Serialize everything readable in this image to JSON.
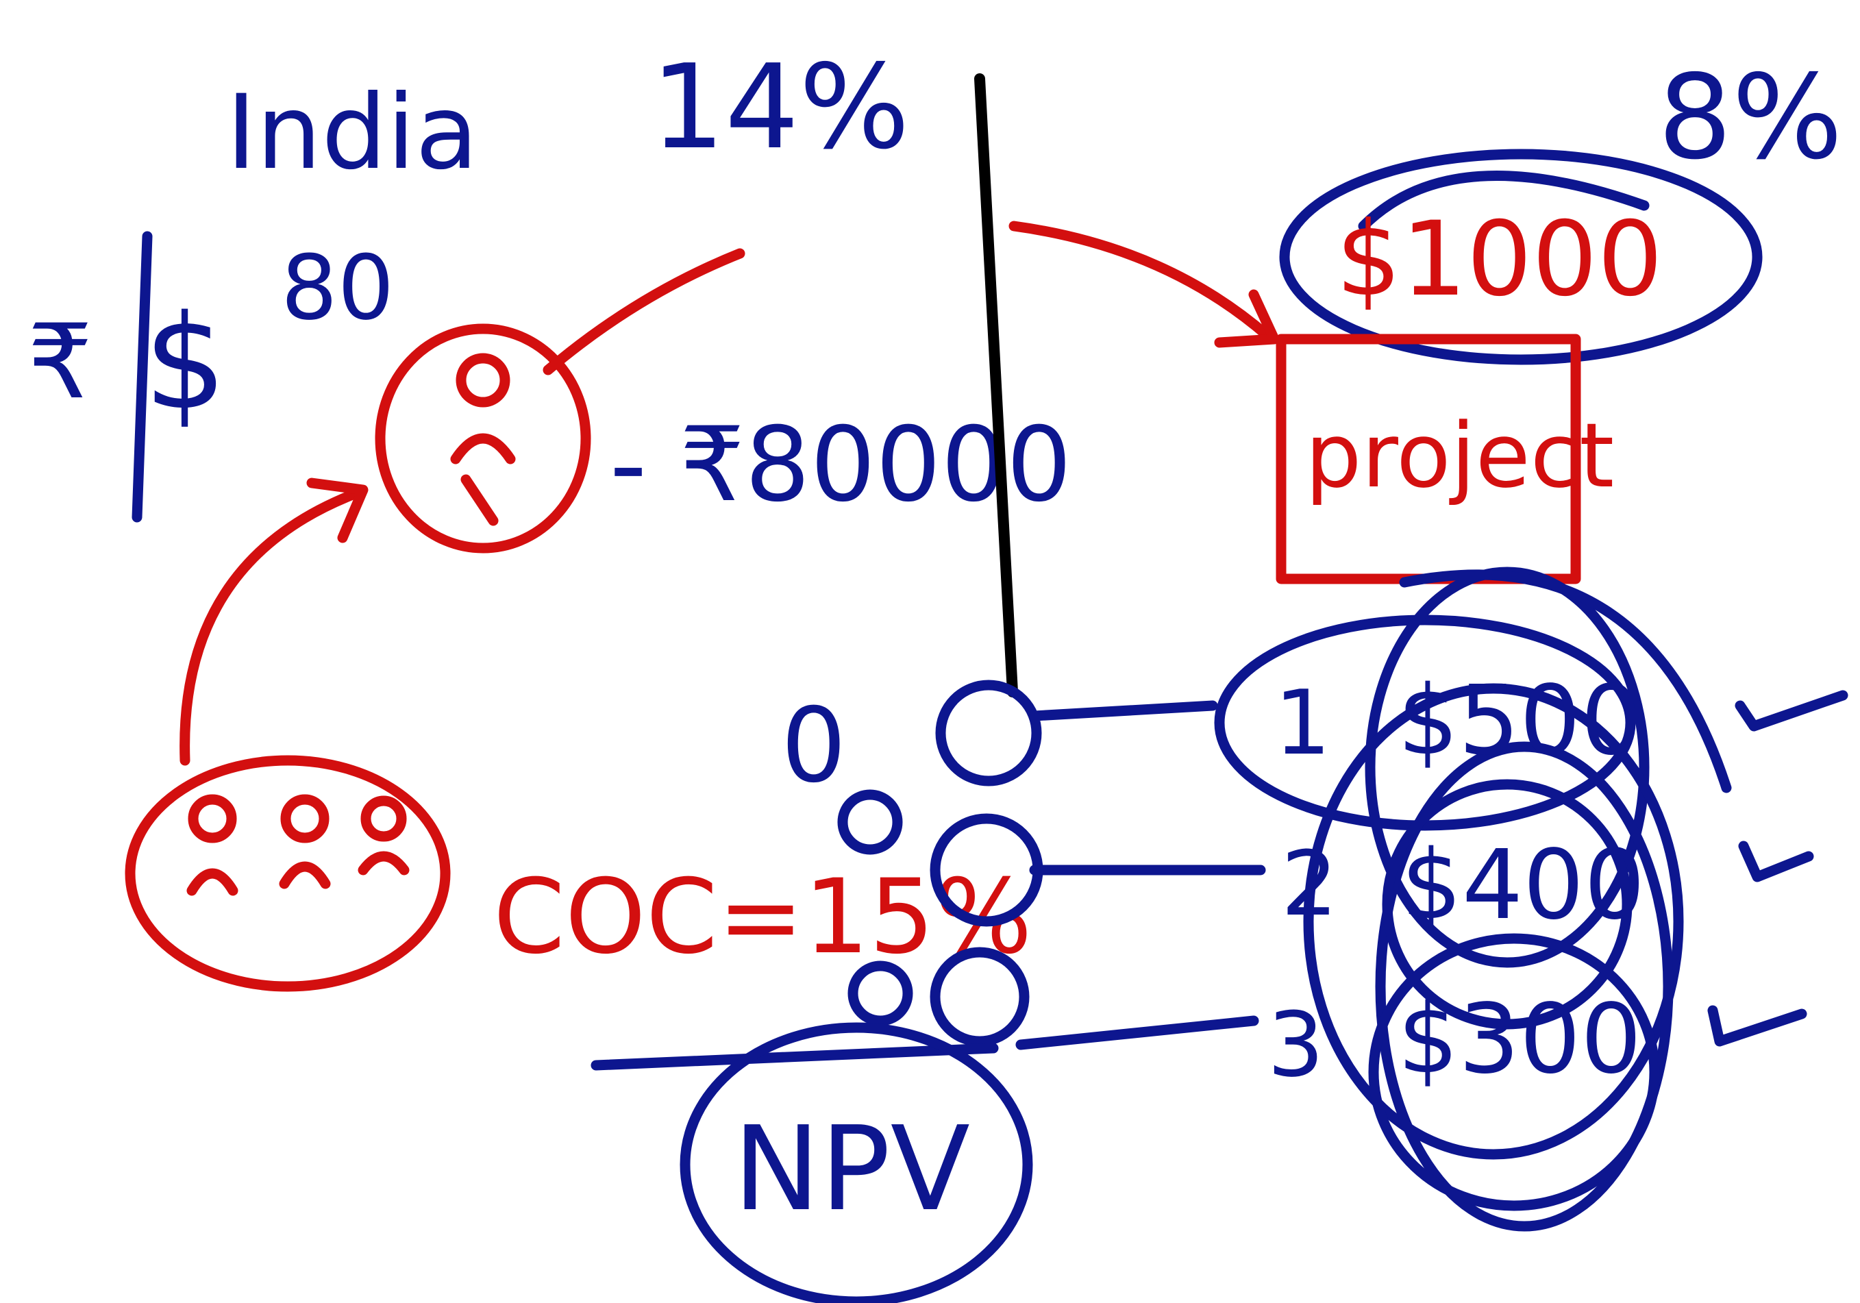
{
  "colors": {
    "blue_ink": "#0d168f",
    "red_ink": "#d30f0f",
    "black_ink": "#000000",
    "background": "#ffffff"
  },
  "labels": {
    "india": "India",
    "rate_india": "14%",
    "rate_foreign": "8%",
    "exchange_rate": "80",
    "investment_inr": "- ₹80000",
    "investment_usd": "$1000",
    "project": "project",
    "coc": "COC=15%",
    "npv": "NPV",
    "year_0": "0",
    "year_1": "1",
    "year_2": "2",
    "year_3": "3",
    "cf_1": "$500",
    "cf_2": "$400",
    "cf_3": "$300"
  },
  "icons": [
    "rupee-icon",
    "dollar-icon",
    "person-icon",
    "arrow-icon",
    "check-mark-icon"
  ]
}
